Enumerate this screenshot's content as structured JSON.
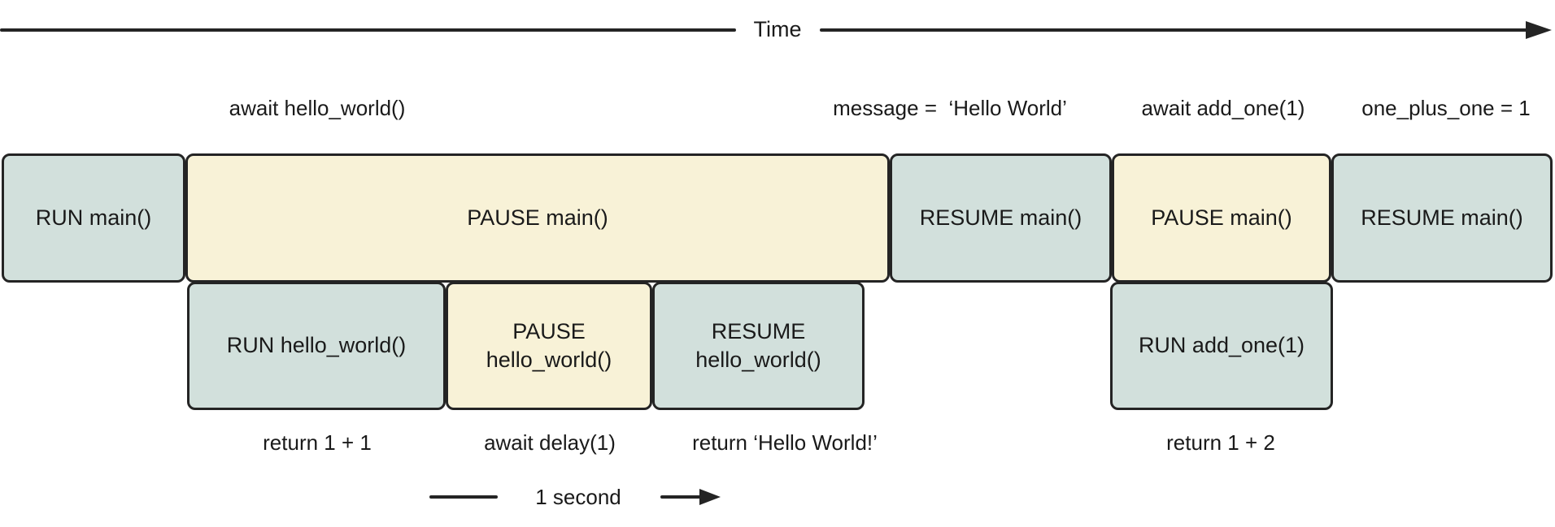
{
  "time_axis": {
    "label": "Time"
  },
  "top_labels": [
    {
      "text": "await hello_world()"
    },
    {
      "text": "message =  ‘Hello World’"
    },
    {
      "text": "await add_one(1)"
    },
    {
      "text": "one_plus_one = 1"
    }
  ],
  "main_row": [
    {
      "label": "RUN main()",
      "state": "run"
    },
    {
      "label": "PAUSE main()",
      "state": "pause"
    },
    {
      "label": "RESUME main()",
      "state": "run"
    },
    {
      "label": "PAUSE main()",
      "state": "pause"
    },
    {
      "label": "RESUME main()",
      "state": "run"
    }
  ],
  "nested_row": [
    {
      "label": "RUN hello_world()",
      "state": "run"
    },
    {
      "label": "PAUSE\nhello_world()",
      "state": "pause"
    },
    {
      "label": "RESUME\nhello_world()",
      "state": "run"
    },
    {
      "label": "RUN add_one(1)",
      "state": "run"
    }
  ],
  "bottom_labels": [
    {
      "text": "return 1 + 1"
    },
    {
      "text": "await delay(1)"
    },
    {
      "text": "return ‘Hello World!’"
    },
    {
      "text": "return 1 + 2"
    }
  ],
  "legend": {
    "label": "1 second"
  },
  "colors": {
    "run_fill": "#d2e0dc",
    "pause_fill": "#f8f2d7",
    "border": "#242424",
    "text": "#1a1a1a"
  }
}
